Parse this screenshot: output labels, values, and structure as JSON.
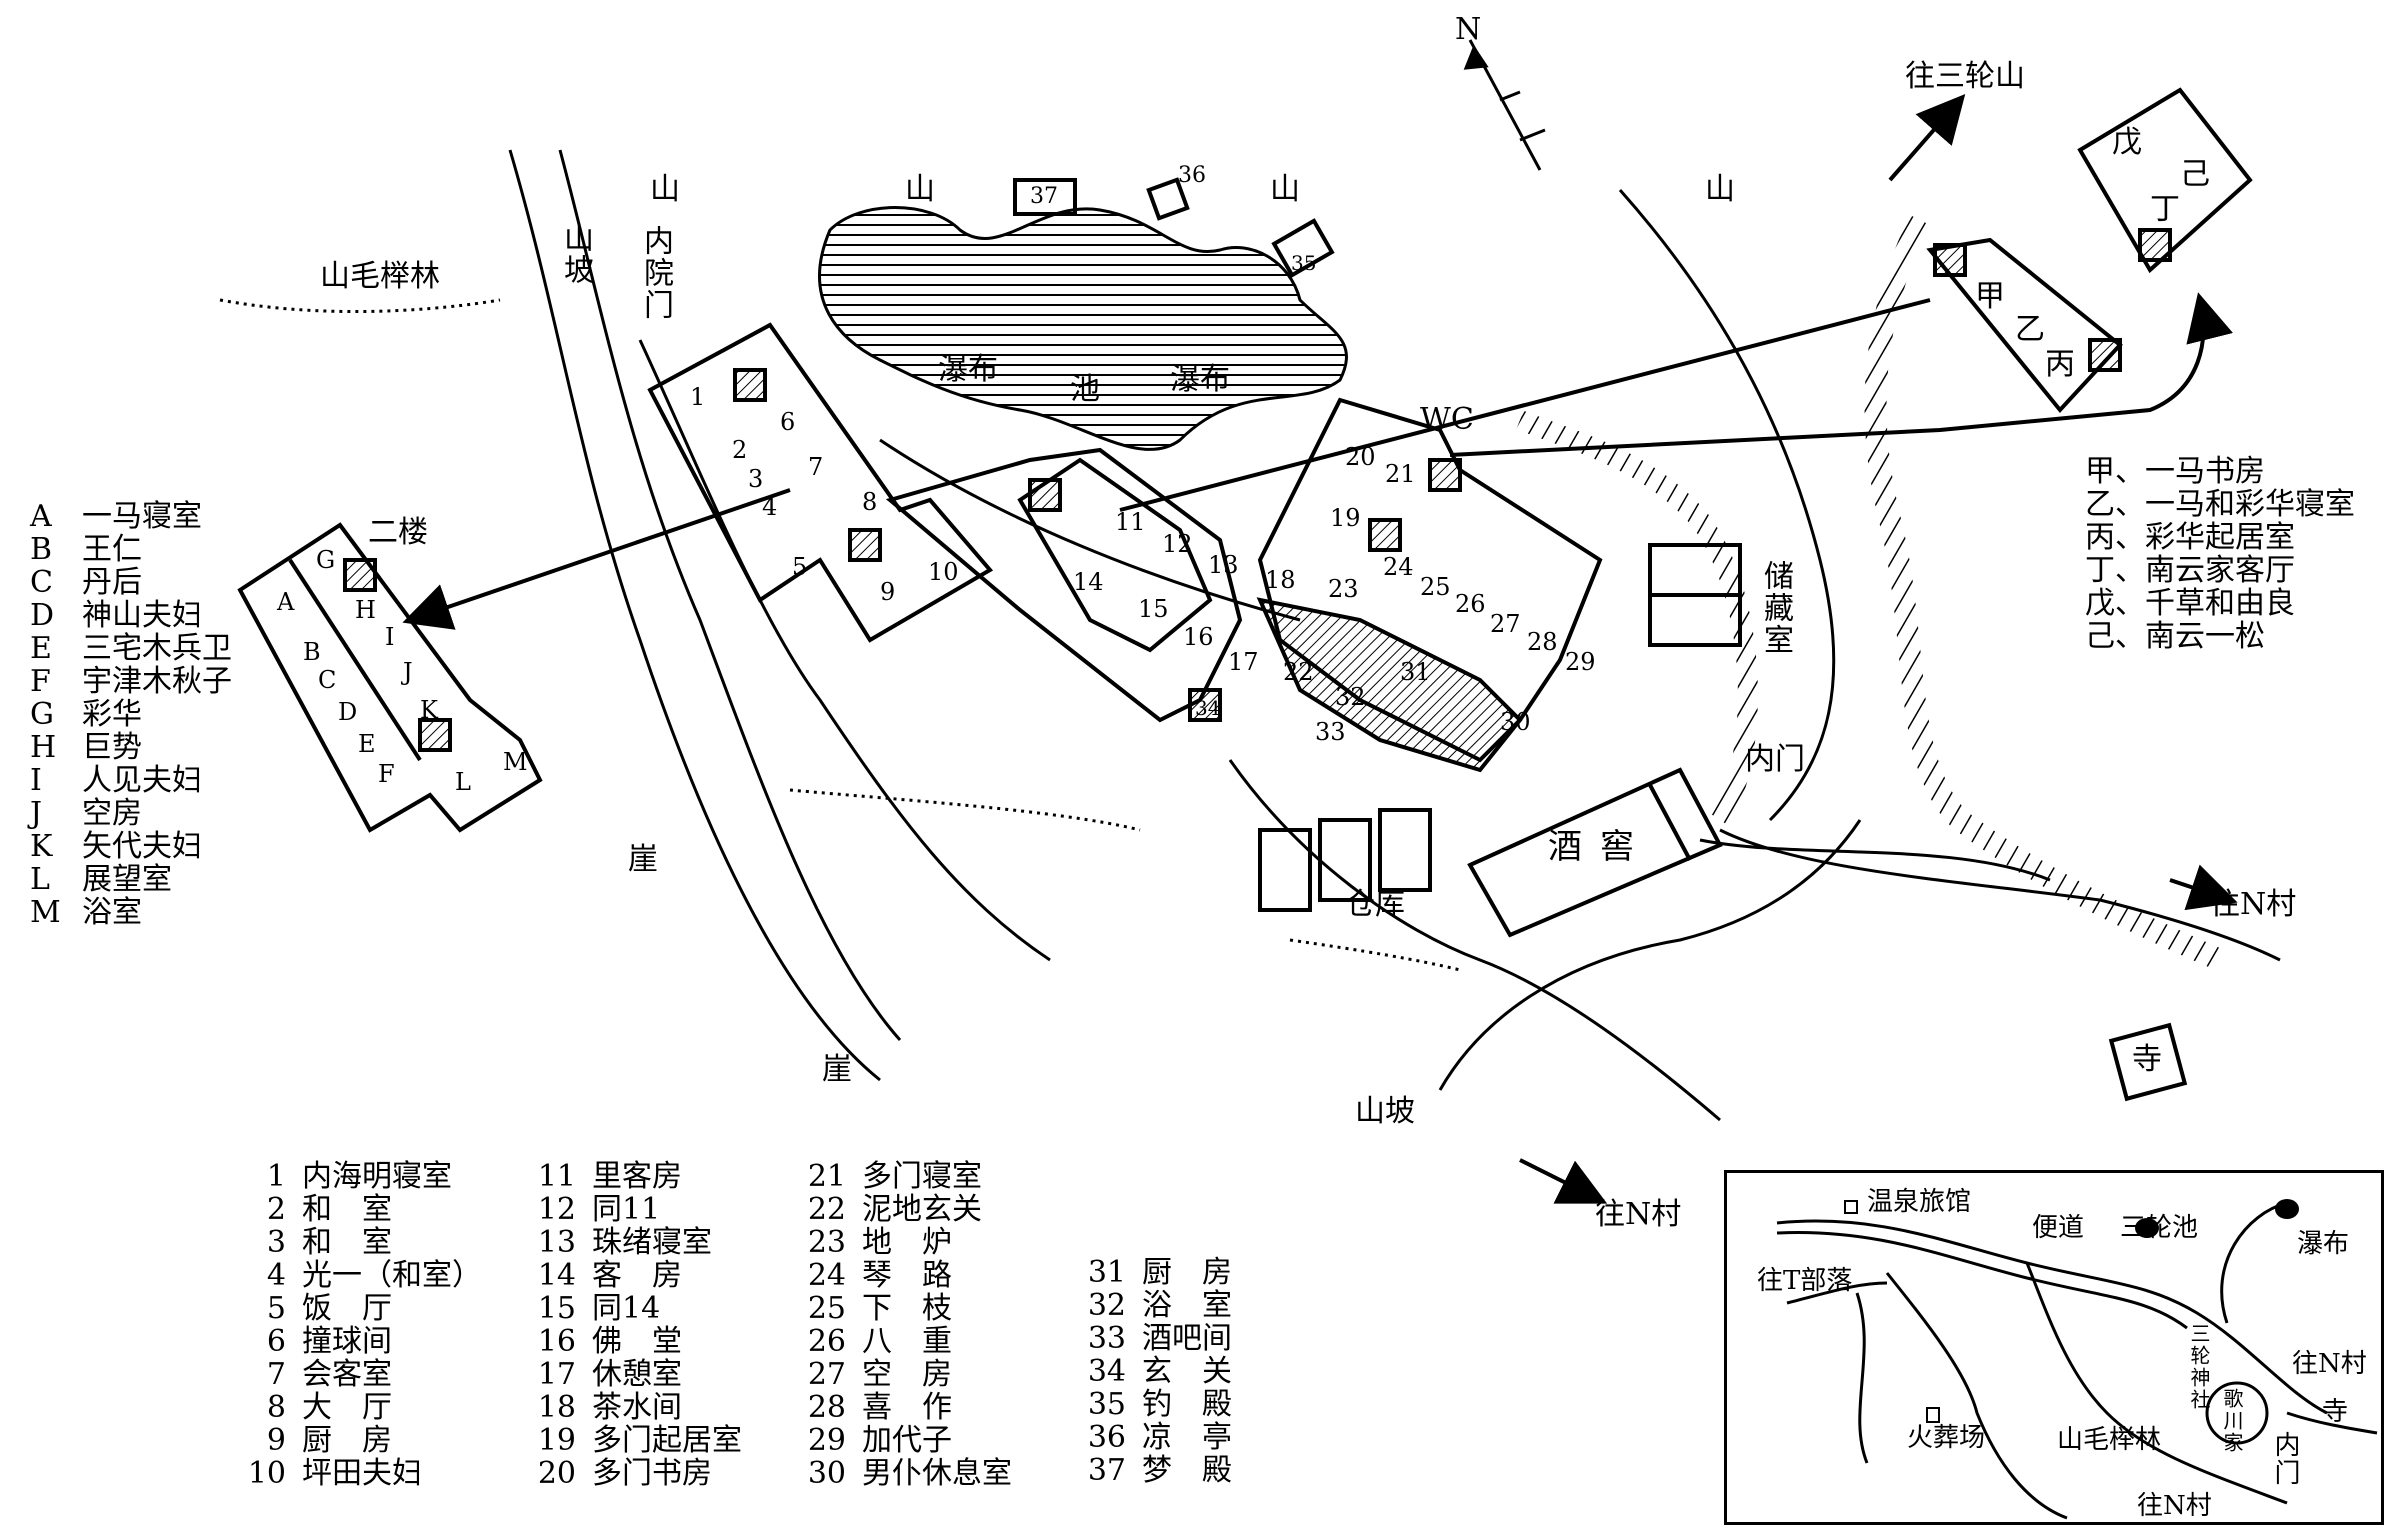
{
  "map": {
    "compass": "N",
    "areas": {
      "mountain_1": "山",
      "mountain_2": "山",
      "mountain_3": "山",
      "mountain_4": "山",
      "beech_forest": "山毛榉林",
      "slope_top": "山坡",
      "inner_gate_top": "内院门",
      "second_floor": "二楼",
      "waterfall_left": "瀑布",
      "pond": "池",
      "waterfall_right": "瀑布",
      "wc": "WC",
      "storage": "储藏室",
      "cliff_1": "崖",
      "cliff_2": "崖",
      "wine_cellar": "酒窖",
      "warehouse": "仓库",
      "inner_gate": "内门",
      "temple": "寺",
      "slope_bottom": "山坡",
      "to_sanlun": "往三轮山",
      "to_n_village_right": "往N村",
      "to_n_village_bottom": "往N村"
    },
    "building_cells": {
      "left_wing": [
        "A",
        "B",
        "C",
        "D",
        "E",
        "F",
        "G",
        "H",
        "I",
        "J",
        "K",
        "L",
        "M"
      ],
      "main": [
        "1",
        "2",
        "3",
        "4",
        "5",
        "6",
        "7",
        "8",
        "9",
        "10",
        "11",
        "12",
        "13",
        "14",
        "15",
        "16",
        "17",
        "18",
        "19",
        "20",
        "21",
        "22",
        "23",
        "24",
        "25",
        "26",
        "27",
        "28",
        "29",
        "30",
        "31",
        "32",
        "33",
        "34"
      ],
      "pavilions": [
        "35",
        "36",
        "37"
      ],
      "annex": [
        "甲",
        "乙",
        "丙",
        "丁",
        "戊",
        "己"
      ]
    },
    "legend_letters": [
      {
        "k": "A",
        "v": "一马寝室"
      },
      {
        "k": "B",
        "v": "王仁"
      },
      {
        "k": "C",
        "v": "丹后"
      },
      {
        "k": "D",
        "v": "神山夫妇"
      },
      {
        "k": "E",
        "v": "三宅木兵卫"
      },
      {
        "k": "F",
        "v": "宇津木秋子"
      },
      {
        "k": "G",
        "v": "彩华"
      },
      {
        "k": "H",
        "v": "巨势"
      },
      {
        "k": "I",
        "v": "人见夫妇"
      },
      {
        "k": "J",
        "v": "空房"
      },
      {
        "k": "K",
        "v": "矢代夫妇"
      },
      {
        "k": "L",
        "v": "展望室"
      },
      {
        "k": "M",
        "v": "浴室"
      }
    ],
    "legend_annex": [
      "甲、一马书房",
      "乙、一马和彩华寝室",
      "丙、彩华起居室",
      "丁、南云家客厅",
      "戊、千草和由良",
      "己、南云一松"
    ],
    "legend_numbers_1": [
      {
        "k": "1",
        "v": "内海明寝室"
      },
      {
        "k": "2",
        "v": "和　室"
      },
      {
        "k": "3",
        "v": "和　室"
      },
      {
        "k": "4",
        "v": "光一（和室）"
      },
      {
        "k": "5",
        "v": "饭　厅"
      },
      {
        "k": "6",
        "v": "撞球间"
      },
      {
        "k": "7",
        "v": "会客室"
      },
      {
        "k": "8",
        "v": "大　厅"
      },
      {
        "k": "9",
        "v": "厨　房"
      },
      {
        "k": "10",
        "v": "坪田夫妇"
      }
    ],
    "legend_numbers_2": [
      {
        "k": "11",
        "v": "里客房"
      },
      {
        "k": "12",
        "v": "同11"
      },
      {
        "k": "13",
        "v": "珠绪寝室"
      },
      {
        "k": "14",
        "v": "客　房"
      },
      {
        "k": "15",
        "v": "同14"
      },
      {
        "k": "16",
        "v": "佛　堂"
      },
      {
        "k": "17",
        "v": "休憩室"
      },
      {
        "k": "18",
        "v": "茶水间"
      },
      {
        "k": "19",
        "v": "多门起居室"
      },
      {
        "k": "20",
        "v": "多门书房"
      }
    ],
    "legend_numbers_3": [
      {
        "k": "21",
        "v": "多门寝室"
      },
      {
        "k": "22",
        "v": "泥地玄关"
      },
      {
        "k": "23",
        "v": "地　炉"
      },
      {
        "k": "24",
        "v": "琴　路"
      },
      {
        "k": "25",
        "v": "下　枝"
      },
      {
        "k": "26",
        "v": "八　重"
      },
      {
        "k": "27",
        "v": "空　房"
      },
      {
        "k": "28",
        "v": "喜　作"
      },
      {
        "k": "29",
        "v": "加代子"
      },
      {
        "k": "30",
        "v": "男仆休息室"
      }
    ],
    "legend_numbers_4": [
      {
        "k": "31",
        "v": "厨　房"
      },
      {
        "k": "32",
        "v": "浴　室"
      },
      {
        "k": "33",
        "v": "酒吧间"
      },
      {
        "k": "34",
        "v": "玄　关"
      },
      {
        "k": "35",
        "v": "钓　殿"
      },
      {
        "k": "36",
        "v": "凉　亭"
      },
      {
        "k": "37",
        "v": "梦　殿"
      }
    ],
    "inset": {
      "hot_spring": "温泉旅馆",
      "path": "便道",
      "pond": "三轮池",
      "waterfall": "瀑布",
      "to_t": "往T部落",
      "shrine": "三轮神社",
      "to_n_right": "往N村",
      "crematorium": "火葬场",
      "house": "歌川家",
      "temple": "寺",
      "beech": "山毛榉林",
      "inner_gate": "内门",
      "to_n_bottom": "往N村"
    }
  }
}
